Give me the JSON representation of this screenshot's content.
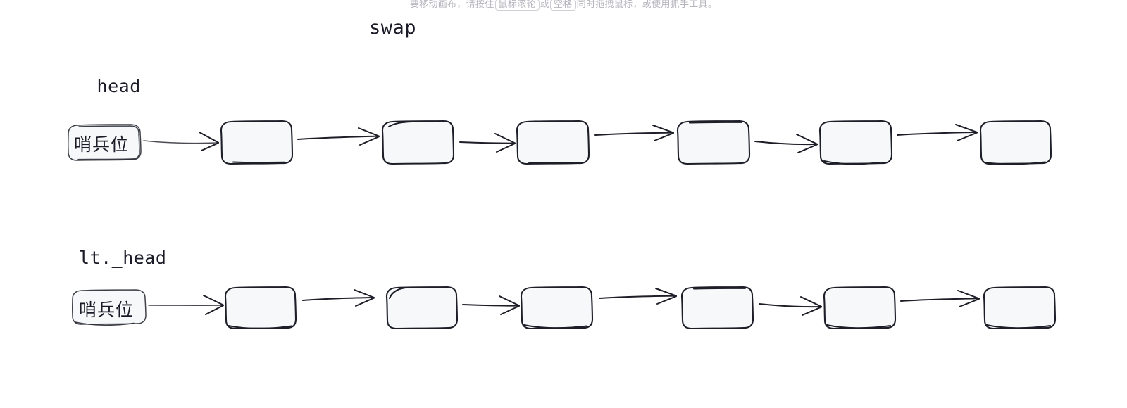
{
  "app": {
    "canvas_hint_prefix": "要移动画布，请按住",
    "canvas_hint_key1": "鼠标滚轮",
    "canvas_hint_mid": "或",
    "canvas_hint_key2": "空格",
    "canvas_hint_suffix": "同时拖拽鼠标，或使用抓手工具。",
    "background": "#ffffff"
  },
  "diagram": {
    "title": "swap",
    "stroke_color": "#1e1e28",
    "node_fill": "#f6f8fa",
    "style": "hand-drawn"
  },
  "rows": [
    {
      "label": "_head",
      "node_count": 7,
      "nodes": [
        {
          "text": "哨兵位"
        },
        {
          "text": ""
        },
        {
          "text": ""
        },
        {
          "text": ""
        },
        {
          "text": ""
        },
        {
          "text": ""
        },
        {
          "text": ""
        }
      ],
      "arrow_count": 6
    },
    {
      "label": "lt._head",
      "node_count": 7,
      "nodes": [
        {
          "text": "哨兵位"
        },
        {
          "text": ""
        },
        {
          "text": ""
        },
        {
          "text": ""
        },
        {
          "text": ""
        },
        {
          "text": ""
        },
        {
          "text": ""
        }
      ],
      "arrow_count": 6
    }
  ]
}
